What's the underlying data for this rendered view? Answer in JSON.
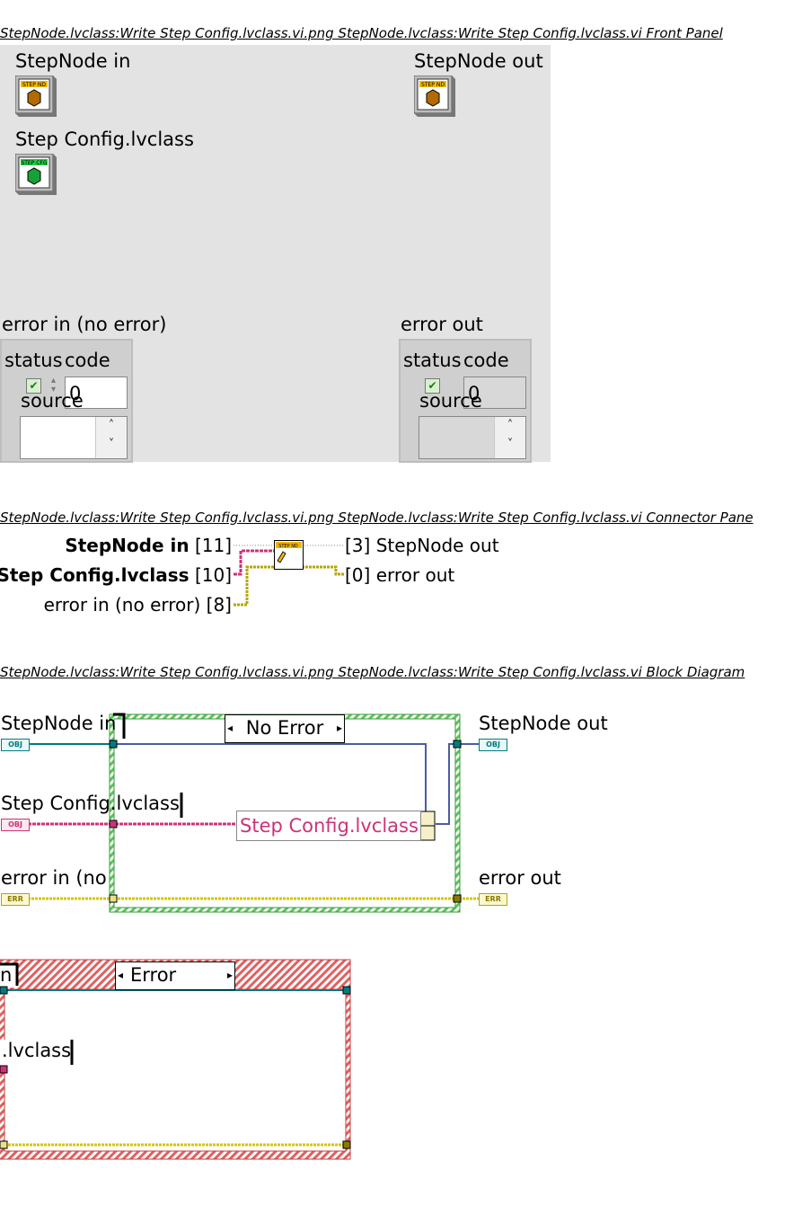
{
  "captions": {
    "front_panel": "StepNode.lvclass:Write Step Config.lvclass.vi.png  StepNode.lvclass:Write Step Config.lvclass.vi Front Panel",
    "connector_pane": "StepNode.lvclass:Write Step Config.lvclass.vi.png  StepNode.lvclass:Write Step Config.lvclass.vi Connector Pane",
    "block_diagram": "StepNode.lvclass:Write Step Config.lvclass.vi.png  StepNode.lvclass:Write Step Config.lvclass.vi Block Diagram"
  },
  "front_panel": {
    "stepnode_in_label": "StepNode in",
    "stepnode_out_label": "StepNode out",
    "step_config_label": "Step Config.lvclass",
    "stepnode_icon_text": "STEP ND",
    "step_cfg_icon_text": "STEP CFG",
    "error_in": {
      "label": "error in (no error)",
      "status_label": "status",
      "code_label": "code",
      "code_value": "0",
      "source_label": "source",
      "scroll_up": "˄",
      "scroll_down": "˅"
    },
    "error_out": {
      "label": "error out",
      "status_label": "status",
      "code_label": "code",
      "code_value": "0",
      "source_label": "source",
      "scroll_up": "˄",
      "scroll_down": "˅"
    }
  },
  "connector_pane": {
    "inputs": [
      {
        "name": "StepNode in",
        "index": "[11]",
        "bold": true
      },
      {
        "name": "Step Config.lvclass",
        "index": "[10]",
        "bold": true
      },
      {
        "name": "error in (no error)",
        "index": "[8]",
        "bold": false
      }
    ],
    "outputs": [
      {
        "index": "[3]",
        "name": "StepNode out"
      },
      {
        "index": "[0]",
        "name": "error out"
      }
    ],
    "icon_text": "STEP ND"
  },
  "block_diagram": {
    "no_error_case": {
      "selector": "No Error",
      "stepnode_in": "StepNode in",
      "step_config": "Step Config.lvclass",
      "error_in": "error in (no",
      "stepnode_out": "StepNode out",
      "error_out": "error out",
      "bundle_node": "Step Config.lvclass",
      "term_obj": "OBJ",
      "term_err": "ERR"
    },
    "error_case": {
      "selector": "Error",
      "stepnode_in_fragment": "n",
      "step_config_fragment": ".lvclass"
    }
  },
  "colors": {
    "panel_bg": "#e3e3e3",
    "class_wire": "#cc3377",
    "object_wire": "#007c80",
    "error_wire": "#d6c600",
    "case_no_error": "#5dc55d",
    "case_error": "#e06060"
  }
}
